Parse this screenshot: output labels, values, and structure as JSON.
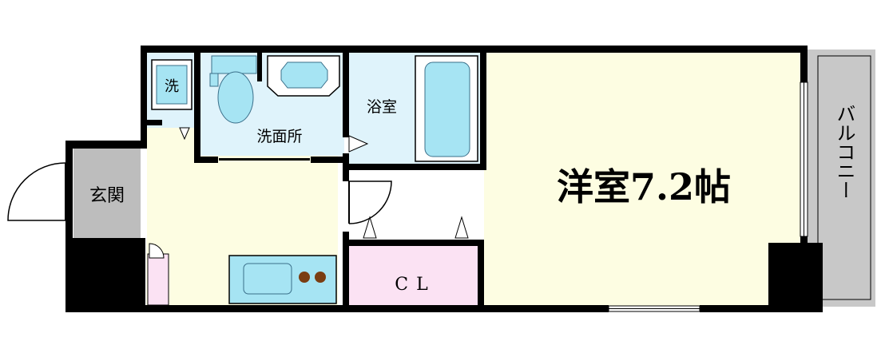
{
  "colors": {
    "wall": "#000000",
    "living": "#fdfde2",
    "hall": "#fdfde2",
    "bath_floor": "#dff3fb",
    "fixture": "#a6e4f3",
    "fixture_stroke": "#3a6f8a",
    "entrance": "#bdbdbd",
    "closet": "#fbe2f3",
    "balcony": "#c8c8c8",
    "burner": "#7a3d12"
  },
  "rooms": {
    "western_room": "洋室7.2帖",
    "bathroom": "浴室",
    "washroom": "洗面所",
    "washer": "洗",
    "entrance": "玄関",
    "closet": "CL",
    "balcony": "バルコニー"
  }
}
